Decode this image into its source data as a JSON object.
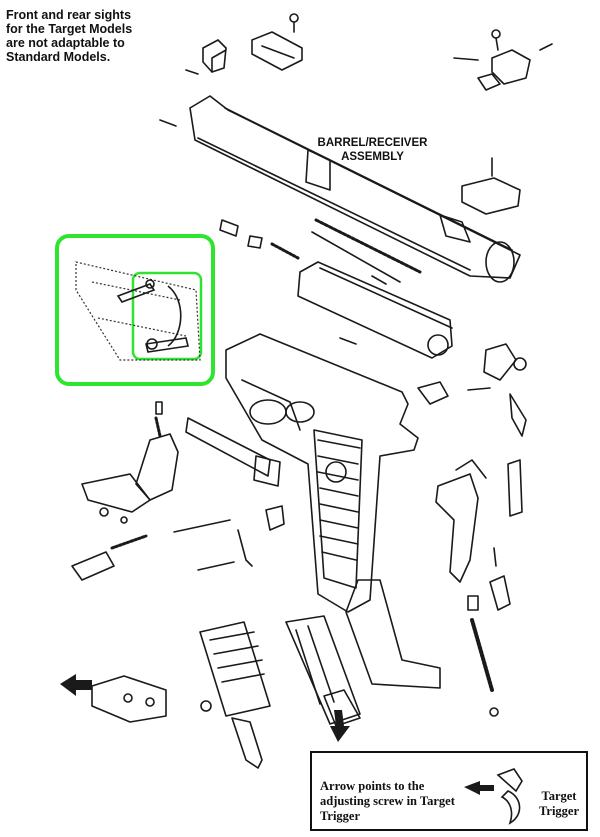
{
  "note": "Front and rear sights\nfor the Target Models\nare not adaptable to\nStandard Models.",
  "assembly_label": "BARREL/RECEIVER\nASSEMBLY",
  "callout": {
    "text": "Arrow points to the\nadjusting screw in Target\nTrigger",
    "label": "Target\nTrigger"
  },
  "colors": {
    "highlight": "#2ee52e",
    "line": "#1a1a1a"
  }
}
